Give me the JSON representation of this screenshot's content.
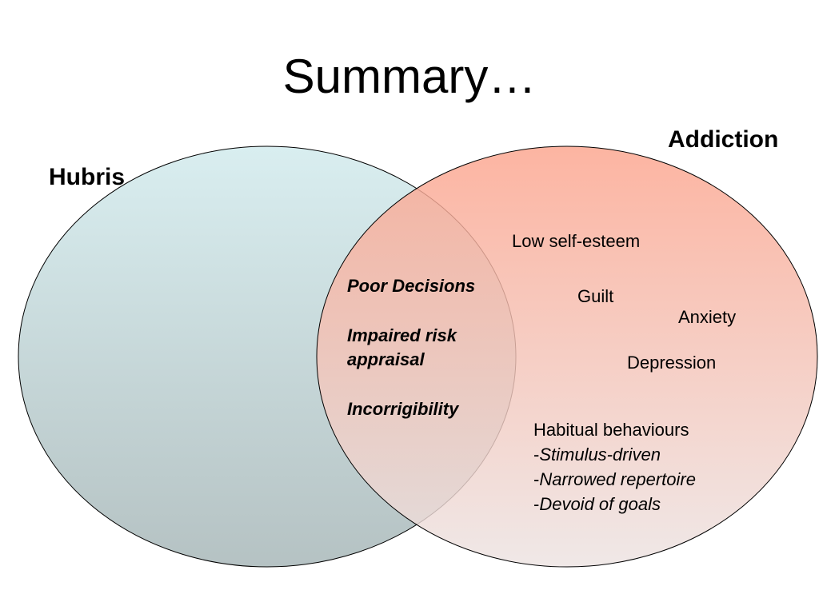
{
  "title": "Summary…",
  "sets": {
    "left_label": "Hubris",
    "right_label": "Addiction"
  },
  "overlap": {
    "items": [
      "Poor Decisions",
      "Impaired risk",
      "appraisal",
      "Incorrigibility"
    ]
  },
  "addiction_only": {
    "items": [
      "Low self-esteem",
      "Guilt",
      "Anxiety",
      "Depression"
    ],
    "habitual": {
      "heading": "Habitual behaviours",
      "bullets": [
        "Stimulus-driven",
        "Narrowed repertoire",
        "Devoid of goals"
      ]
    }
  },
  "colors": {
    "hubris_top": "#d9eef0",
    "hubris_bottom": "#b5c2c3",
    "addiction_top": "#fca48d",
    "addiction_bottom": "#ece3e2",
    "outline": "#000000"
  }
}
